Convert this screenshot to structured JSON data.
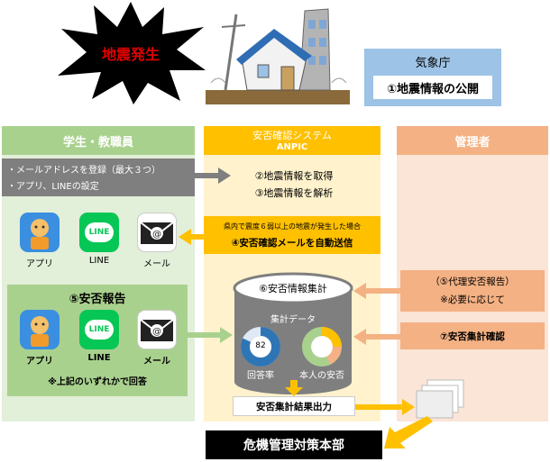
{
  "quake_burst": "地震発生",
  "jma": {
    "title": "気象庁",
    "item": "①地震情報の公開"
  },
  "students": {
    "header": "学生・教職員",
    "register": [
      "・メールアドレスを登録（最大３つ）",
      "・アプリ、LINEの設定"
    ],
    "app_label": "アプリ",
    "line_label": "LINE",
    "mail_label": "メール",
    "line_icon_text": "LINE",
    "report_title": "⑤安否報告",
    "report_app": "アプリ",
    "report_line": "LINE",
    "report_mail": "メール",
    "report_note": "※上記のいずれかで回答"
  },
  "system": {
    "header": "安否確認システム",
    "subheader": "ANPIC",
    "step2": "②地震情報を取得",
    "step3": "③地震情報を解析",
    "trigger_note": "県内で震度６弱以上の地震が発生した場合",
    "step4": "④安否確認メールを自動送信",
    "db_title": "⑥安否情報集計",
    "db_sub": "集計データ",
    "rate_value": "82",
    "rate_label": "回答率",
    "self_label": "本人の安否",
    "output": "安否集計結果出力"
  },
  "admin": {
    "header": "管理者",
    "proxy_title": "（⑤代理安否報告）",
    "proxy_note": "※必要に応じて",
    "tally": "⑦安否集計確認"
  },
  "hq": "危機管理対策本部",
  "colors": {
    "green": "#a9d18e",
    "yellow": "#ffc000",
    "orange": "#f4b183",
    "blue": "#9dc3e6",
    "red": "#e00000"
  }
}
